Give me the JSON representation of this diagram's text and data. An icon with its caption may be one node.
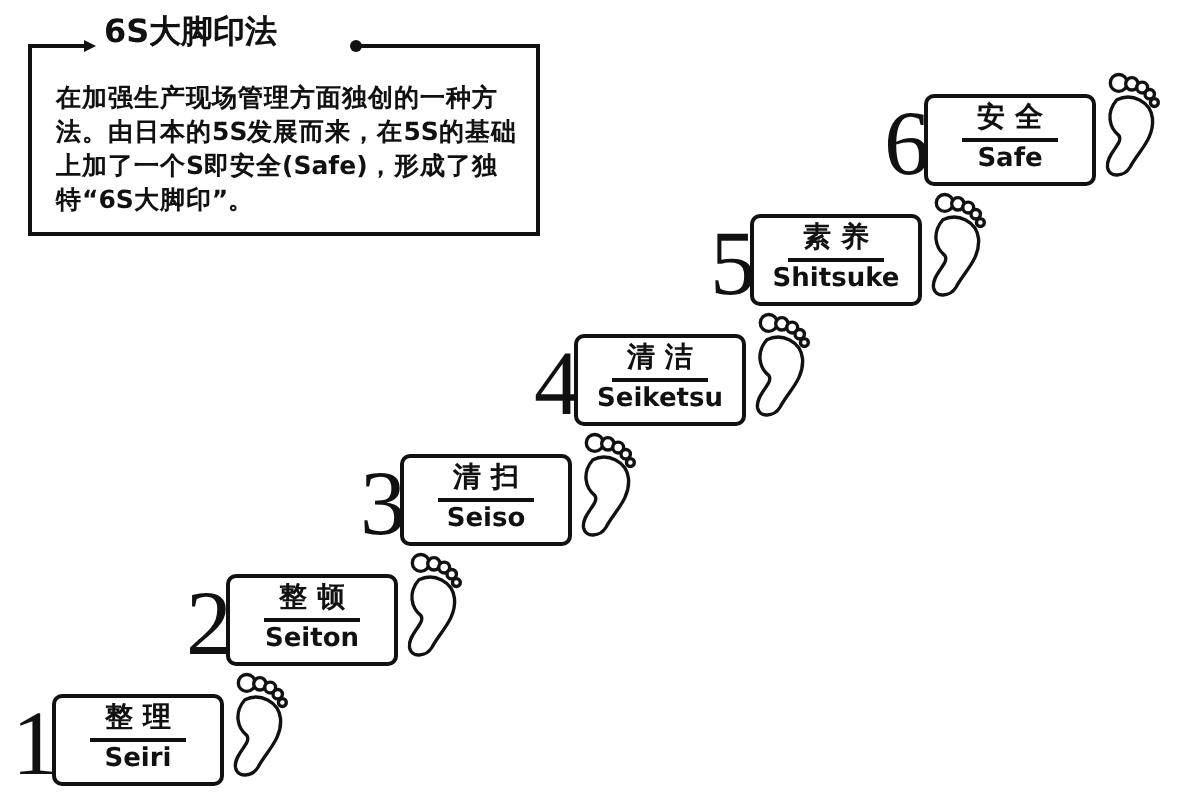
{
  "diagram": {
    "nodes": [
      {
        "text": [
          "6S大脚印法",
          "在加强生产现场管理方面独创的一种方法。由日本的5S发展而来，在5S的基础上加了一个S即安全(Safe)，形成了独特“6S大脚印”。"
        ]
      },
      {
        "text": [
          "整 理",
          "Seiri"
        ],
        "beside": [
          "1"
        ]
      },
      {
        "text": [
          "整 顿",
          "Seiton"
        ],
        "beside": [
          "2"
        ]
      },
      {
        "text": [
          "清 扫",
          "Seiso"
        ],
        "beside": [
          "3"
        ]
      },
      {
        "text": [
          "清 洁",
          "Seiketsu"
        ],
        "beside": [
          "4"
        ]
      },
      {
        "text": [
          "素 养",
          "Shitsuke"
        ],
        "beside": [
          "5"
        ]
      },
      {
        "text": [
          "安 全",
          "Safe"
        ],
        "beside": [
          "6"
        ]
      }
    ]
  }
}
